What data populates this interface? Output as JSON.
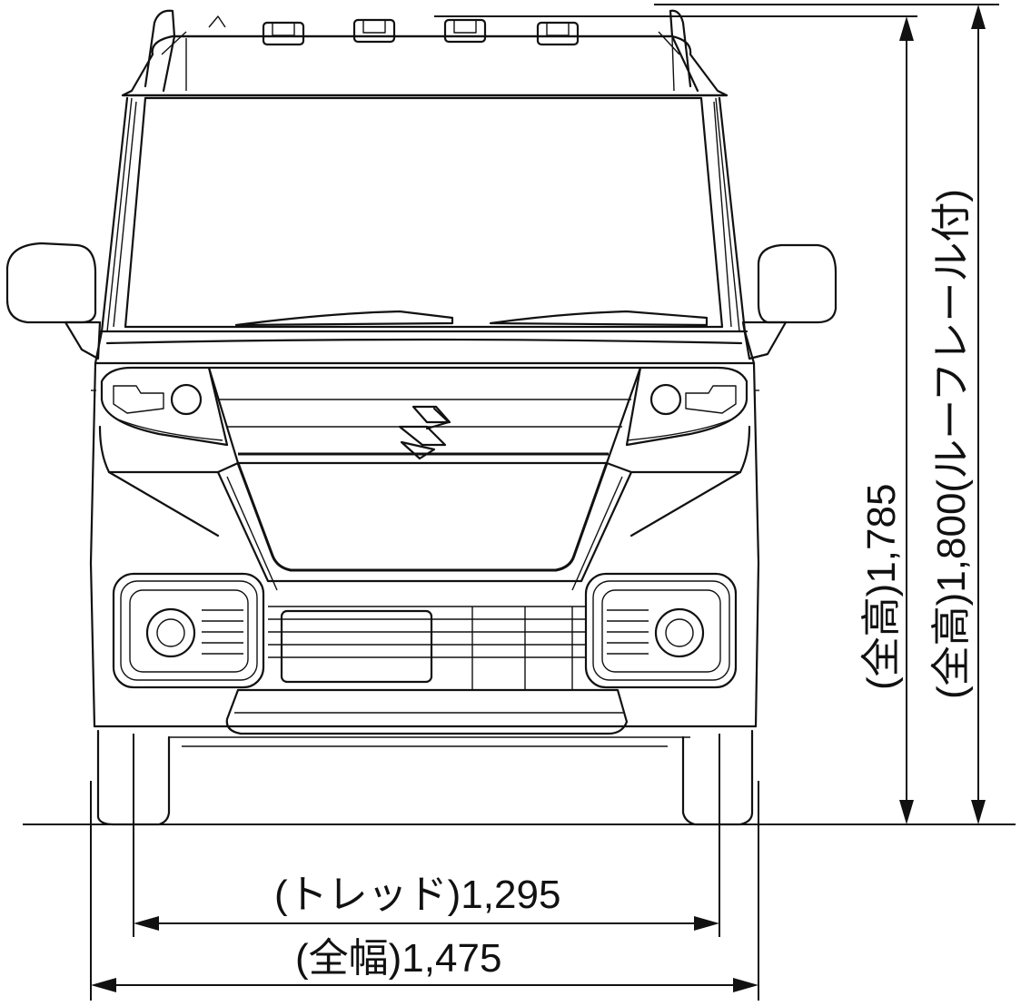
{
  "dimensions": {
    "height": {
      "label": "(全高)1,785",
      "value_mm": 1785
    },
    "height_with_roof_rail": {
      "label": "(全高)1,800(ルーフレール付)",
      "value_mm": 1800
    },
    "tread": {
      "label": "(トレッド)1,295",
      "value_mm": 1295
    },
    "overall_width": {
      "label": "(全幅)1,475",
      "value_mm": 1475
    }
  },
  "colors": {
    "line": "#111111",
    "background": "#ffffff"
  }
}
